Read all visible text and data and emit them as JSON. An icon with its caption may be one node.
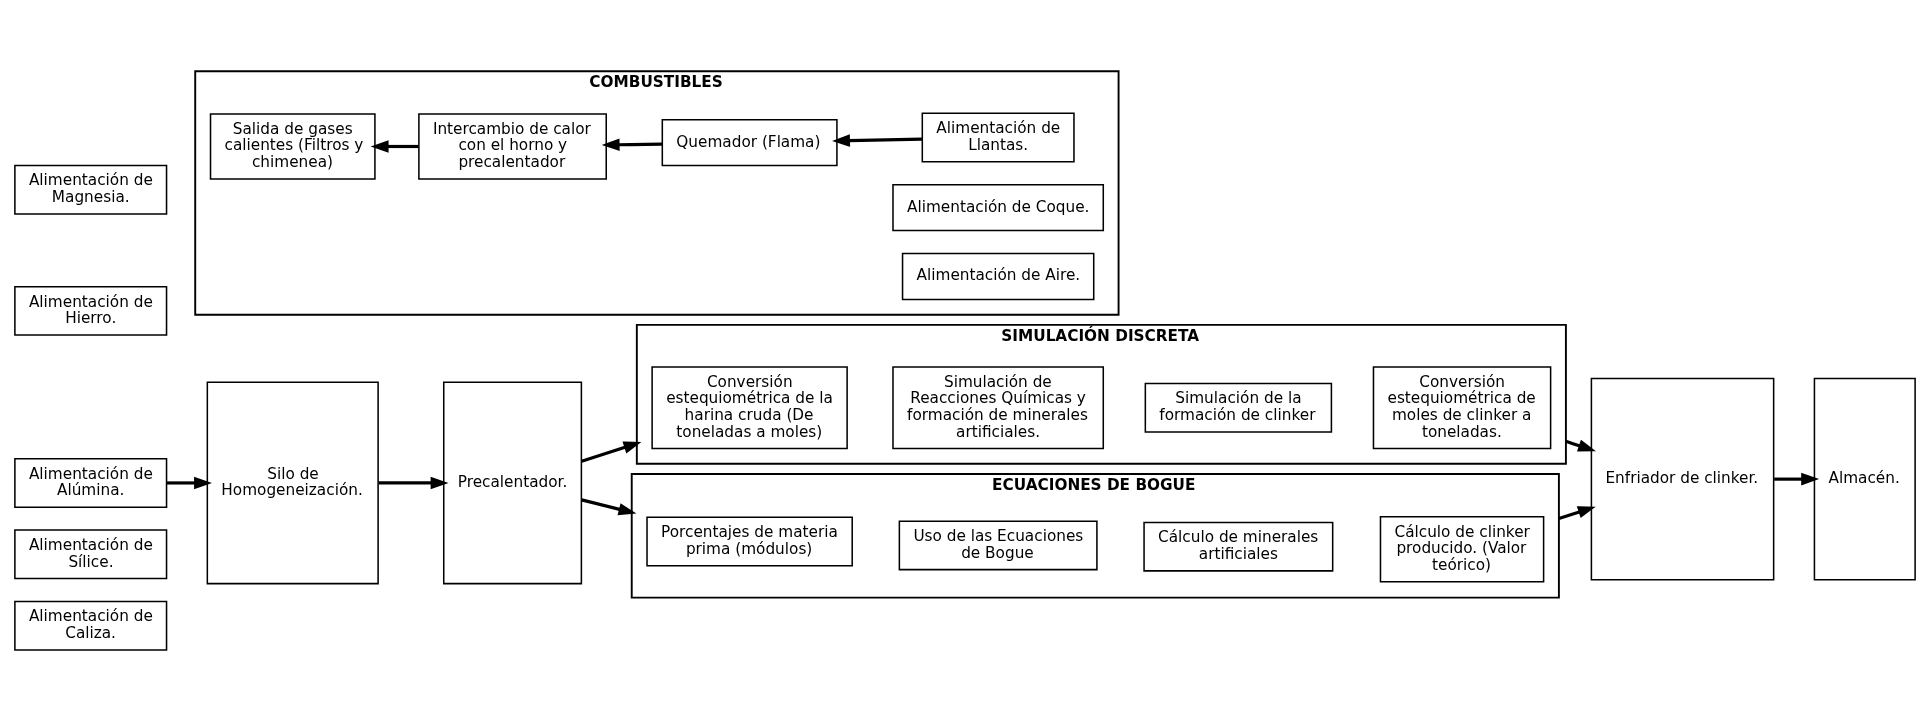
{
  "diagram": {
    "nodes": [
      {
        "text": [
          "Alimentación de Caliza."
        ]
      },
      {
        "text": [
          "Alimentación de Sílice."
        ]
      },
      {
        "text": [
          "Alimentación de Alúmina."
        ]
      },
      {
        "text": [
          "Alimentación de Hierro."
        ]
      },
      {
        "text": [
          "Alimentación de Magnesia."
        ]
      },
      {
        "text": [
          "Silo de Homogeneización."
        ]
      },
      {
        "text": [
          "Precalentador."
        ]
      },
      {
        "text": [
          "SIMULACIÓN DISCRETA"
        ]
      },
      {
        "text": [
          "Conversión estequiométrica de la harina cruda (De toneladas a moles)"
        ],
        "in": 7
      },
      {
        "text": [
          "Simulación de Reacciones Químicas y formación de minerales artificiales."
        ],
        "in": 7
      },
      {
        "text": [
          "Simulación de la formación de clinker"
        ],
        "in": 7
      },
      {
        "text": [
          "Conversión estequiométrica de moles de clinker a toneladas."
        ],
        "in": 7
      },
      {
        "text": [
          "ECUACIONES DE BOGUE"
        ]
      },
      {
        "text": [
          "Porcentajes de materia prima (módulos)"
        ],
        "in": 12
      },
      {
        "text": [
          "Uso de las Ecuaciones de Bogue"
        ],
        "in": 12
      },
      {
        "text": [
          "Cálculo de minerales artificiales"
        ],
        "in": 12
      },
      {
        "text": [
          "Cálculo de clinker producido. (Valor teórico)"
        ],
        "in": 12
      },
      {
        "text": [
          "Enfriador de clinker."
        ]
      },
      {
        "text": [
          "Almacén."
        ]
      },
      {
        "text": [
          "COMBUSTIBLES"
        ]
      },
      {
        "text": [
          "Salida de gases calientes (Filtros y chimenea)"
        ],
        "in": 19
      },
      {
        "text": [
          "Intercambio de calor con el horno y precalentador"
        ],
        "in": 19
      },
      {
        "text": [
          "Quemador (Flama)"
        ],
        "in": 19
      },
      {
        "text": [
          "Alimentación de Coque."
        ],
        "in": 19
      },
      {
        "text": [
          "Alimentación de Llantas."
        ],
        "in": 19
      },
      {
        "text": [
          "Alimentación de Aire."
        ],
        "in": 19
      }
    ],
    "edges": [
      {
        "from": 2,
        "to": 5,
        "arrow": "to"
      },
      {
        "from": 5,
        "to": 6,
        "arrow": "to"
      },
      {
        "from": 6,
        "to": 7,
        "arrow": "to"
      },
      {
        "from": 6,
        "to": 12,
        "arrow": "to"
      },
      {
        "from": 7,
        "to": 17,
        "arrow": "to"
      },
      {
        "from": 12,
        "to": 17,
        "arrow": "to"
      },
      {
        "from": 17,
        "to": 18,
        "arrow": "to"
      },
      {
        "from": 24,
        "to": 22,
        "arrow": "to"
      },
      {
        "from": 22,
        "to": 21,
        "arrow": "to"
      },
      {
        "from": 21,
        "to": 20,
        "arrow": "to"
      }
    ]
  }
}
